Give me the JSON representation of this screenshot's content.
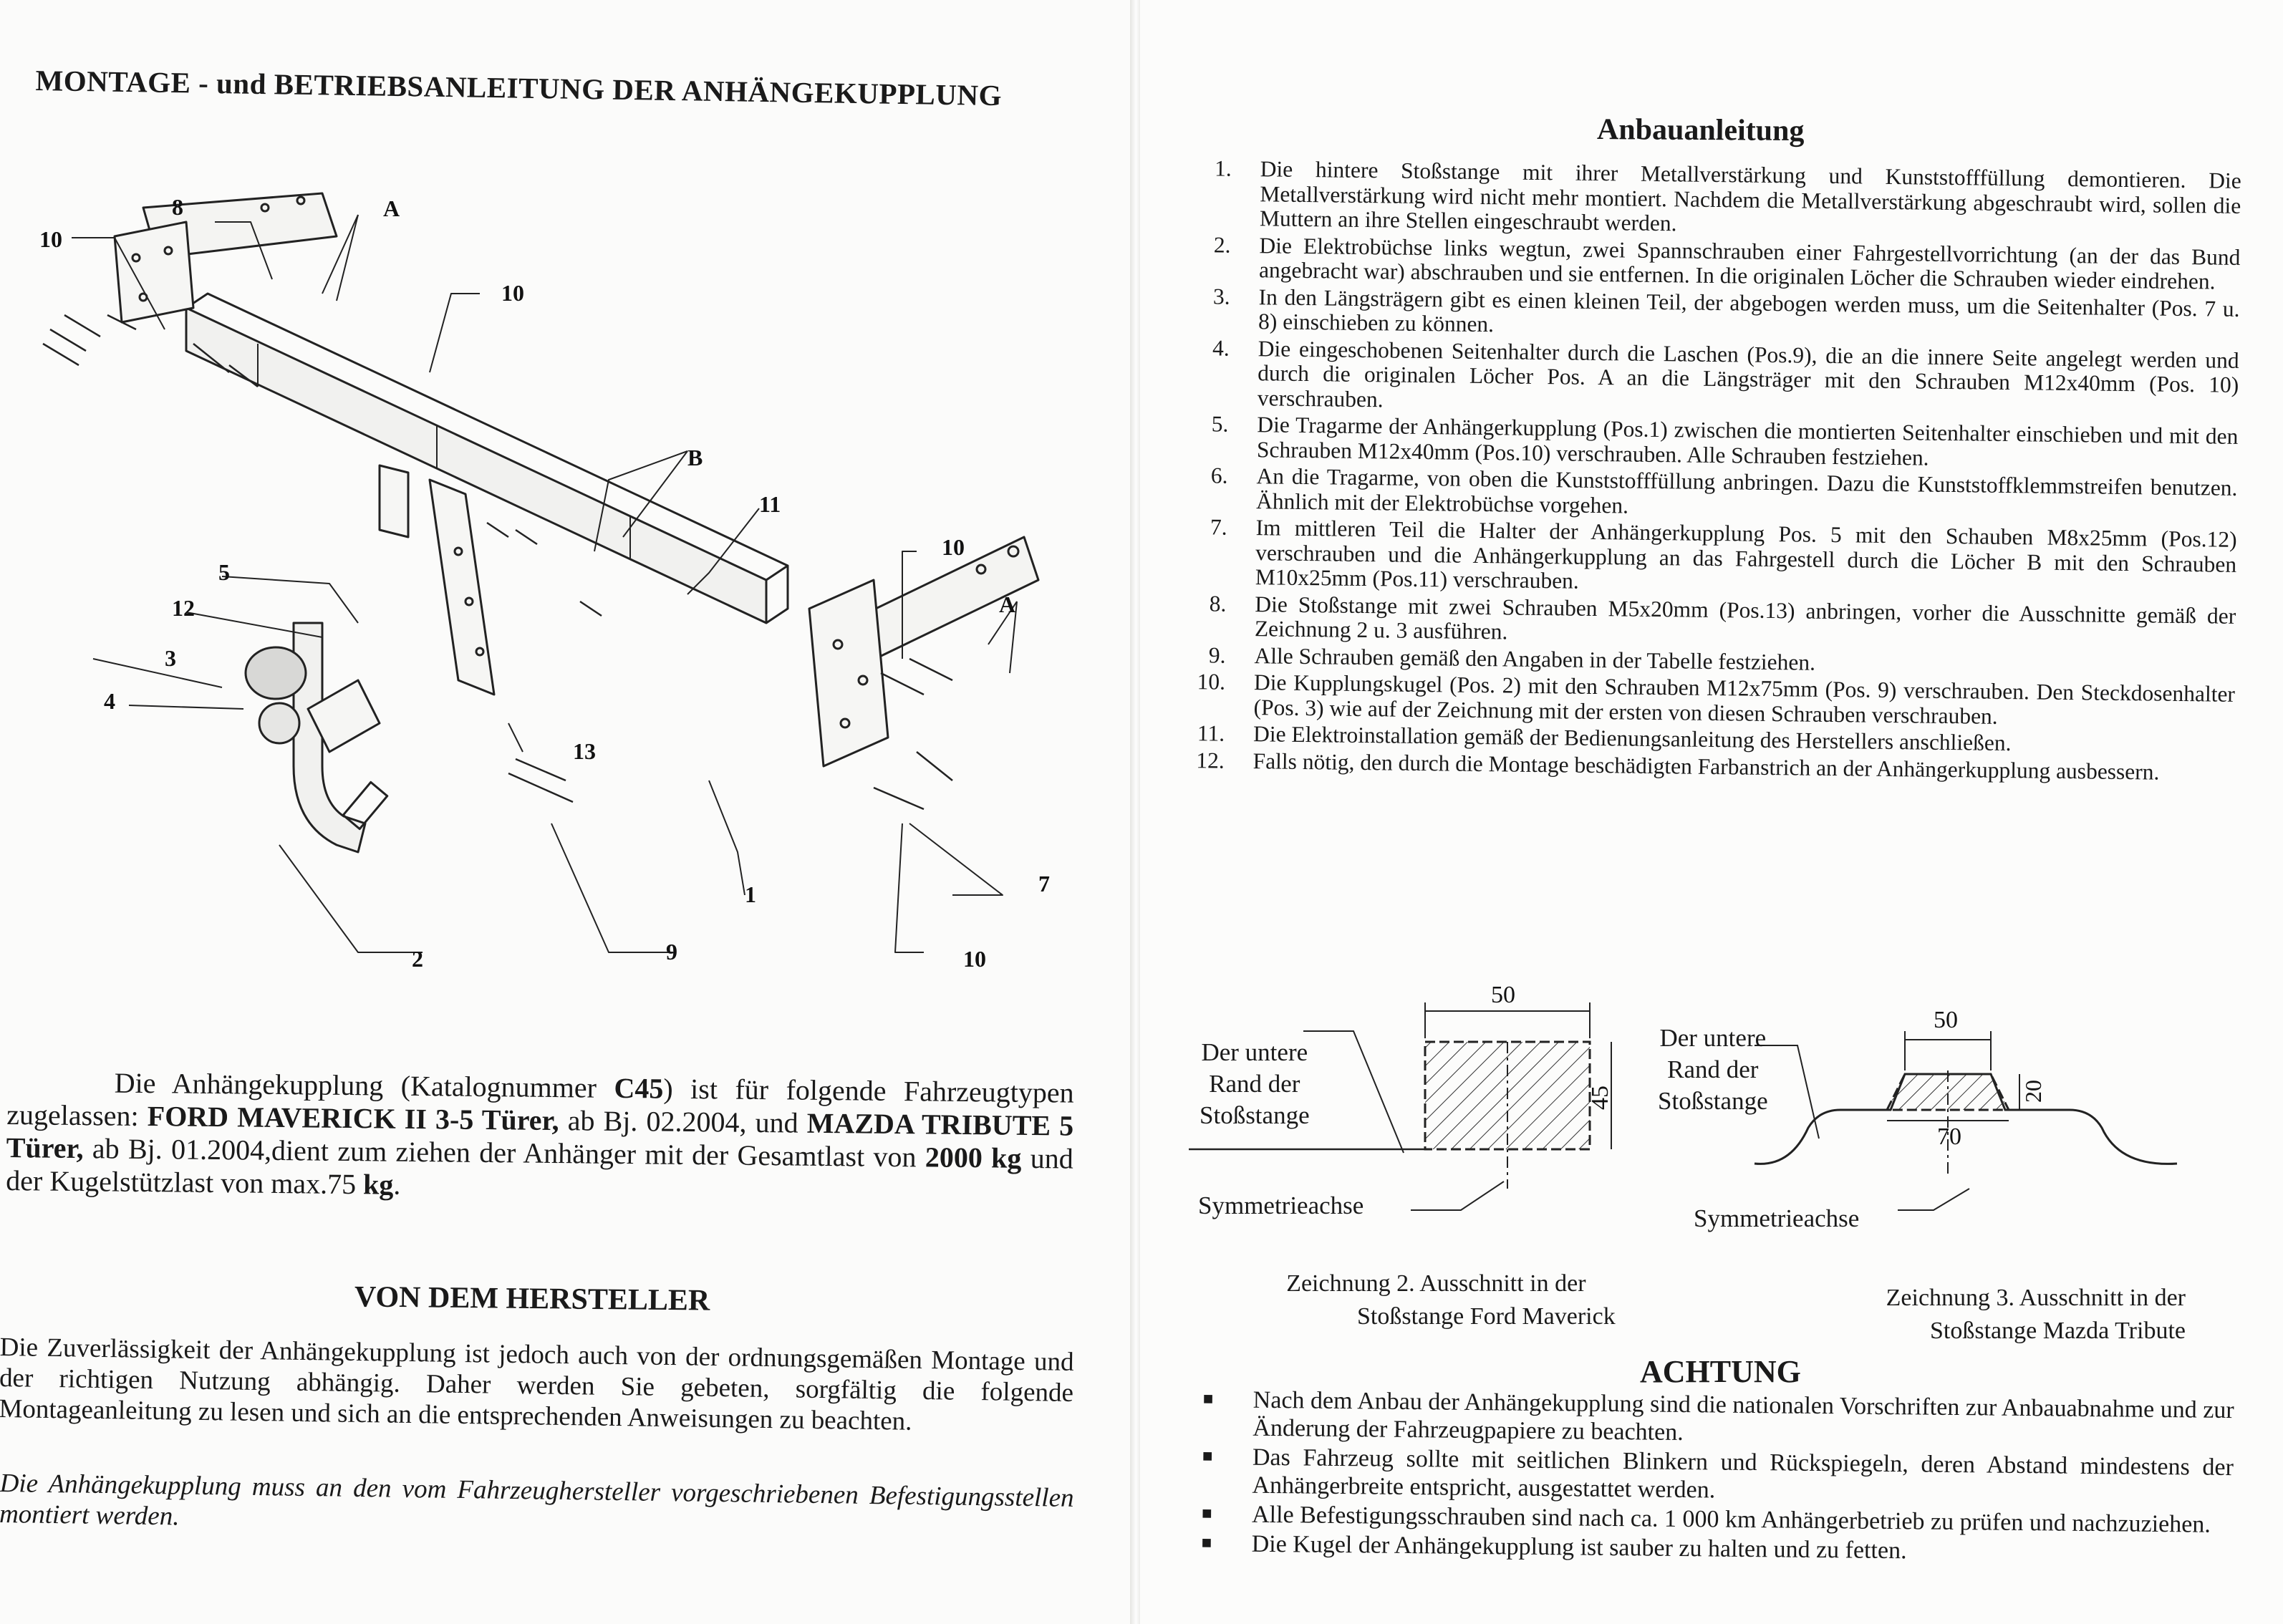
{
  "left": {
    "title": "MONTAGE - und BETRIEBSANLEITUNG DER ANHÄNGEKUPPLUNG",
    "diagram_labels": {
      "l10a": "10",
      "l8": "8",
      "lA1": "A",
      "l10b": "10",
      "lB": "B",
      "l11": "11",
      "l10c": "10",
      "lA2": "A",
      "l5": "5",
      "l12": "12",
      "l3": "3",
      "l4": "4",
      "l13": "13",
      "l7": "7",
      "l1": "1",
      "l2": "2",
      "l9": "9",
      "l10d": "10"
    },
    "intro": {
      "t1": "Die Anhängekupplung (Katalognummer ",
      "catalog": "C45",
      "t2": ") ist für folgende Fahrzeugtypen zugelassen: ",
      "ford": "FORD MAVERICK II 3-5 Türer,",
      "t3": " ab Bj. 02.2004, und ",
      "mazda": "MAZDA TRIBUTE 5 Türer,",
      "t4": " ab Bj. 01.2004,dient zum ziehen der Anhänger mit der Gesamtlast von ",
      "total": "2000 kg",
      "t5": " und der Kugelstützlast von max.75 ",
      "kg": "kg",
      "t6": "."
    },
    "manufacturer_heading": "VON DEM HERSTELLER",
    "manufacturer_text": "Die Zuverlässigkeit der Anhängekupplung ist jedoch auch von der ordnungsgemäßen Montage und der richtigen Nutzung abhängig. Daher werden Sie gebeten, sorgfältig die folgende Montageanleitung zu lesen und sich an die entsprechenden Anweisungen zu beachten.",
    "manufacturer_note": "Die Anhängekupplung muss an den vom Fahrzeughersteller vorgeschriebenen Befestigungsstellen montiert werden."
  },
  "right": {
    "heading": "Anbauanleitung",
    "steps": [
      {
        "n": "1.",
        "text": "Die hintere Stoßstange mit ihrer Metallverstärkung und Kunststofffüllung demontieren. Die Metallverstärkung wird nicht mehr montiert. Nachdem die Metallverstärkung abgeschraubt wird, sollen die Muttern an ihre Stellen eingeschraubt werden."
      },
      {
        "n": "2.",
        "text": "Die Elektrobüchse links wegtun, zwei Spannschrauben einer Fahrgestellvorrichtung (an der das Bund angebracht war) abschrauben und sie entfernen. In die originalen Löcher die Schrauben wieder eindrehen."
      },
      {
        "n": "3.",
        "text": "In den Längsträgern gibt es einen kleinen Teil, der abgebogen werden muss, um die Seitenhalter (Pos. 7 u. 8) einschieben zu können."
      },
      {
        "n": "4.",
        "text": "Die eingeschobenen Seitenhalter durch die Laschen (Pos.9), die an die innere Seite angelegt werden und durch die originalen Löcher Pos. A an die Längsträger mit den Schrauben M12x40mm (Pos. 10) verschrauben."
      },
      {
        "n": "5.",
        "text": "Die Tragarme der Anhängerkupplung (Pos.1) zwischen die montierten Seitenhalter einschieben und mit den Schrauben M12x40mm (Pos.10) verschrauben. Alle Schrauben festziehen."
      },
      {
        "n": "6.",
        "text": "An die Tragarme, von oben die Kunststofffüllung anbringen. Dazu die Kunststoffklemmstreifen benutzen. Ähnlich mit der Elektrobüchse vorgehen."
      },
      {
        "n": "7.",
        "text": "Im mittleren Teil die Halter der Anhängerkupplung Pos. 5 mit den Schauben M8x25mm (Pos.12) verschrauben und die Anhängerkupplung an das Fahrgestell durch die Löcher B mit den Schrauben M10x25mm (Pos.11) verschrauben."
      },
      {
        "n": "8.",
        "text": "Die Stoßstange mit zwei Schrauben M5x20mm (Pos.13) anbringen, vorher die Ausschnitte gemäß der Zeichnung 2 u. 3 ausführen."
      },
      {
        "n": "9.",
        "text": "Alle Schrauben gemäß den Angaben in der Tabelle festziehen."
      },
      {
        "n": "10.",
        "text": "Die Kupplungskugel (Pos. 2) mit den Schrauben M12x75mm (Pos. 9) verschrauben. Den Steckdosenhalter (Pos. 3) wie auf der Zeichnung mit der ersten von diesen Schrauben verschrauben."
      },
      {
        "n": "11.",
        "text": "Die Elektroinstallation gemäß der Bedienungsanleitung des Herstellers anschließen."
      },
      {
        "n": "12.",
        "text": "Falls nötig, den durch die Montage beschädigten Farbanstrich an der Anhängerkupplung ausbessern."
      }
    ],
    "drawing2": {
      "width": "50",
      "height": "45",
      "bumper_label": "Der untere\nRand der\nStoßstange",
      "axis_label": "Symmetrieachse",
      "caption_line1": "Zeichnung 2. Ausschnitt in der",
      "caption_line2": "Stoßstange Ford Maverick"
    },
    "drawing3": {
      "top_width": "50",
      "height": "20",
      "bottom_width": "70",
      "bumper_label": "Der untere\nRand der\nStoßstange",
      "axis_label": "Symmetrieachse",
      "caption_line1": "Zeichnung 3. Ausschnitt in der",
      "caption_line2": "Stoßstange Mazda Tribute"
    },
    "achtung_heading": "ACHTUNG",
    "warnings": [
      "Nach dem Anbau der Anhängekupplung sind die nationalen Vorschriften zur Anbauabnahme und zur Änderung der Fahrzeugpapiere zu beachten.",
      "Das Fahrzeug sollte mit seitlichen Blinkern und Rückspiegeln, deren Abstand mindestens der Anhängerbreite entspricht, ausgestattet werden.",
      "Alle Befestigungsschrauben sind nach ca. 1 000 km Anhängerbetrieb zu prüfen und nachzuziehen.",
      "Die Kugel der Anhängekupplung ist sauber zu halten und zu fetten."
    ]
  }
}
